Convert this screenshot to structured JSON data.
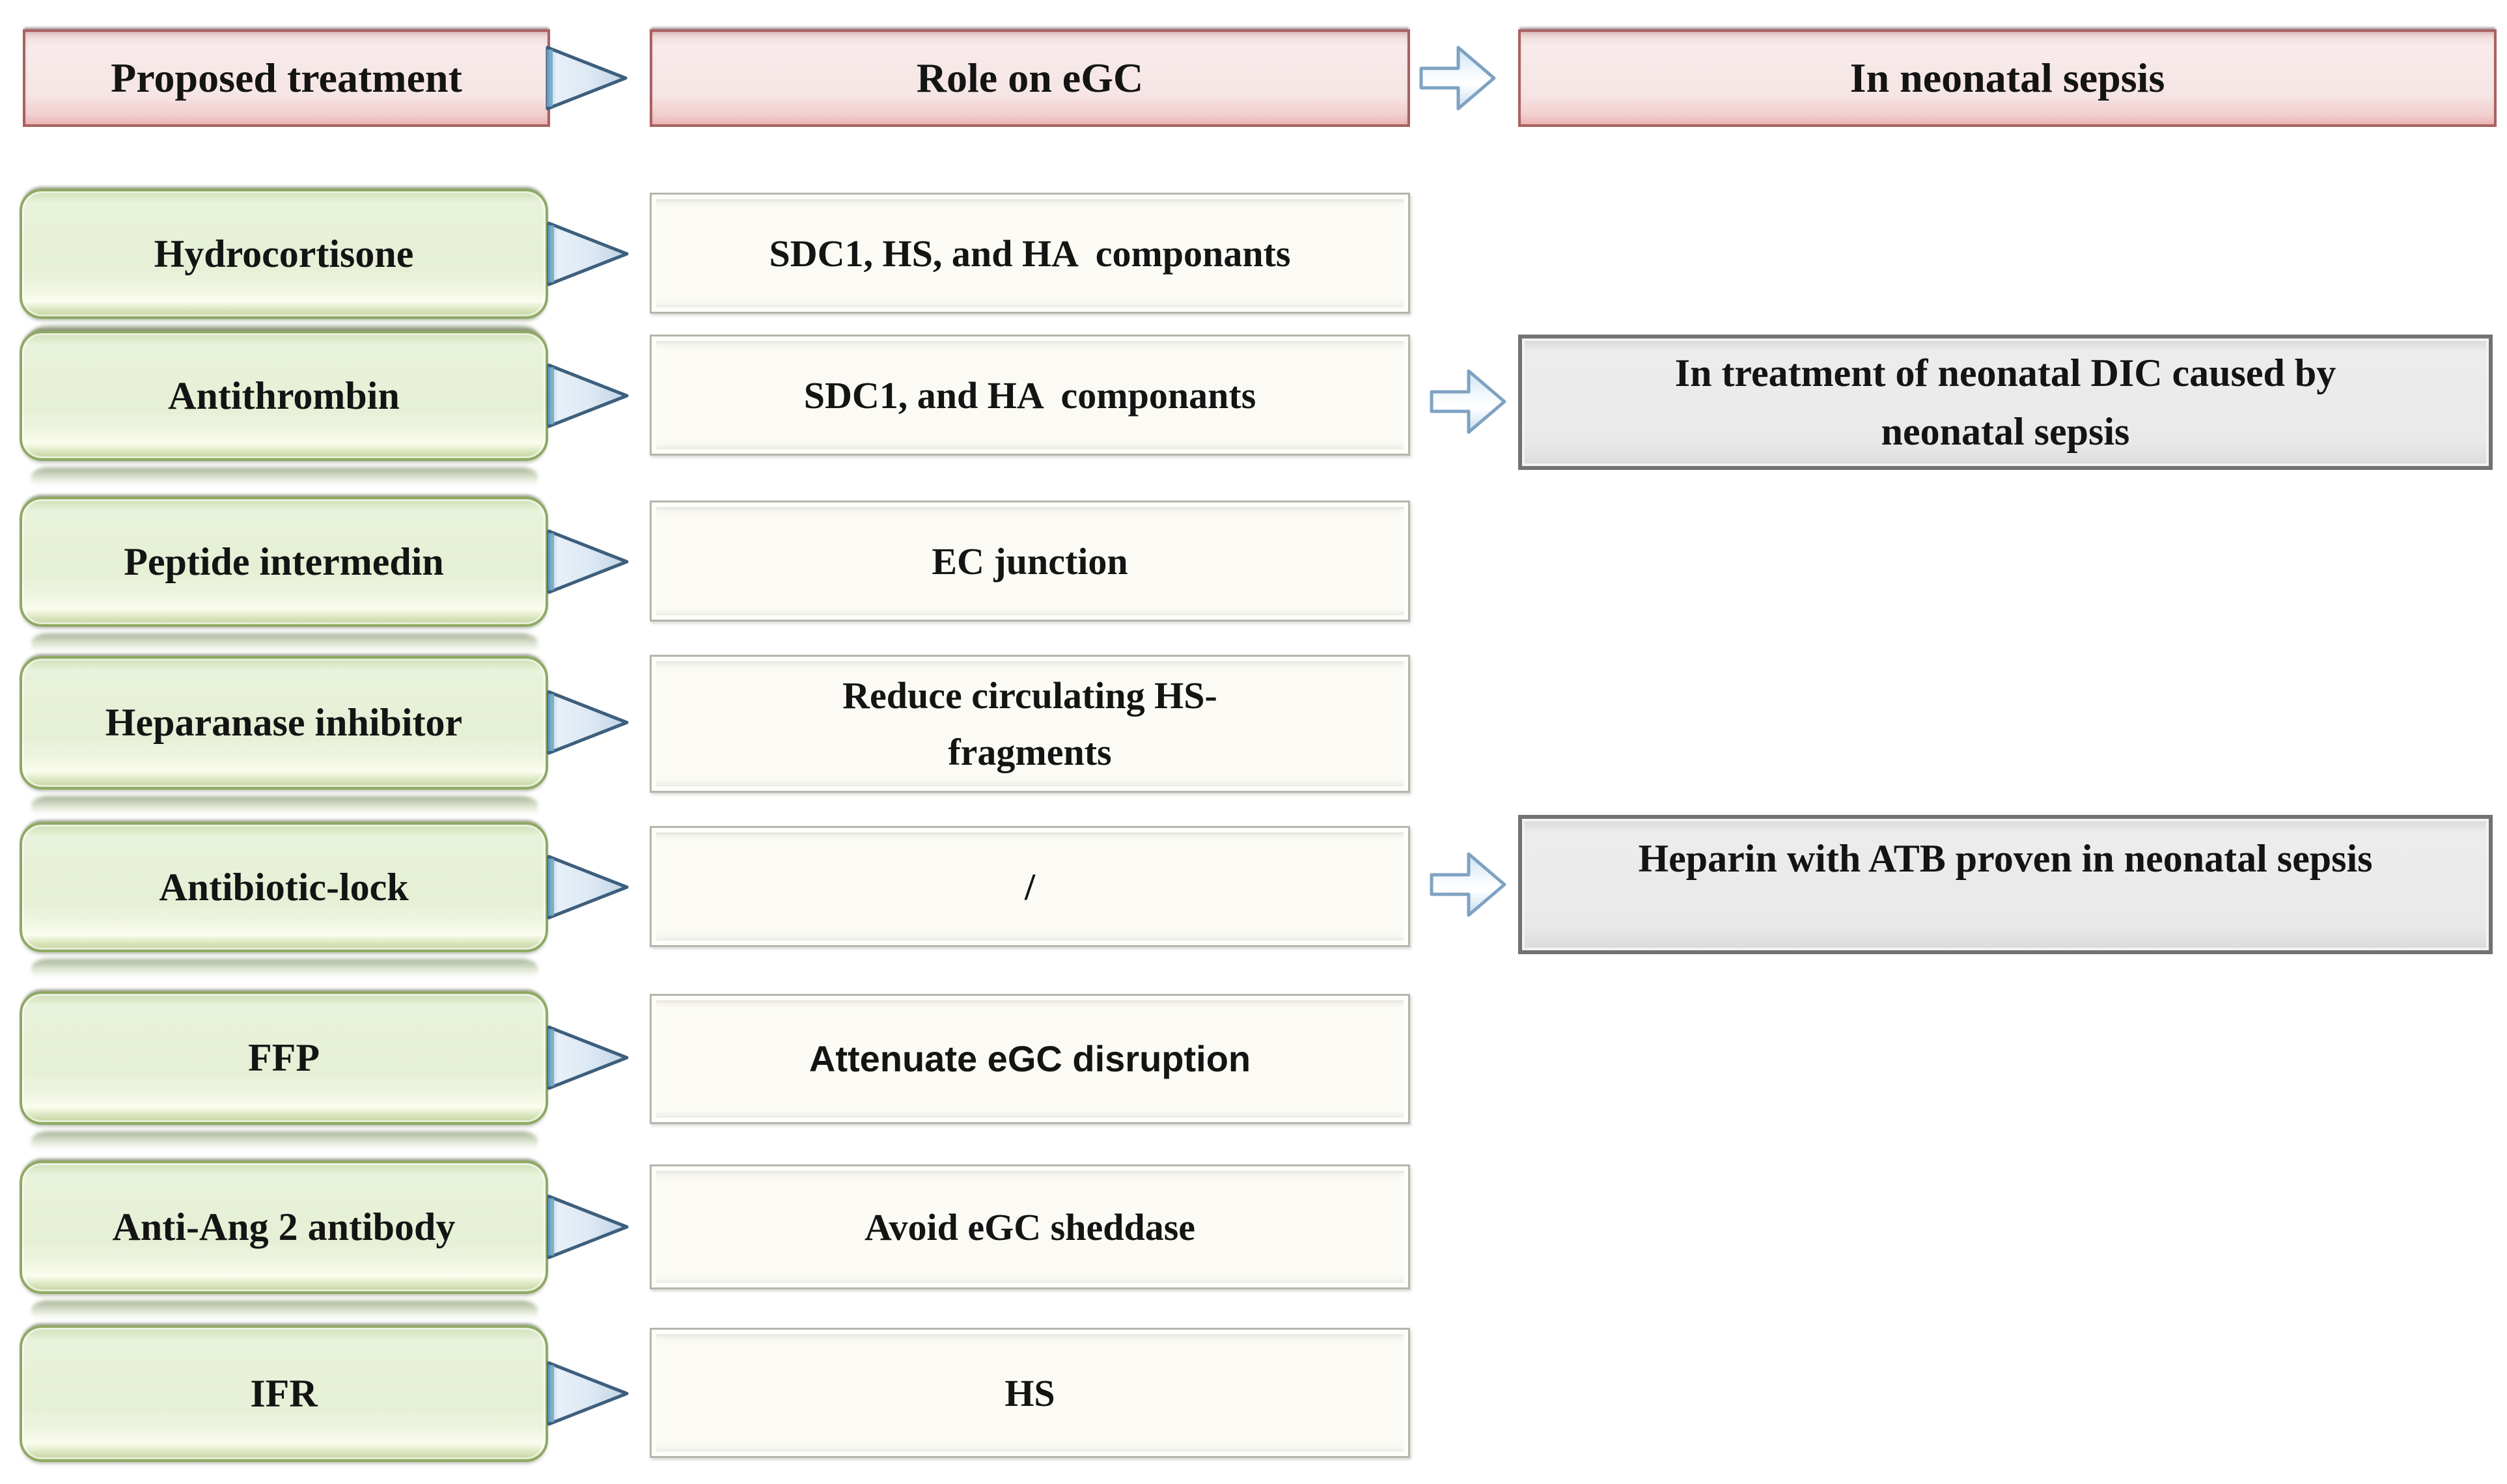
{
  "header": {
    "proposed_treatment": "Proposed treatment",
    "role_on_egc": "Role on eGC",
    "in_neonatal_sepsis": "In neonatal sepsis"
  },
  "rows": [
    {
      "treatment": "Hydrocortisone",
      "role": "SDC1, HS, and HA  componants"
    },
    {
      "treatment": "Antithrombin",
      "role": "SDC1, and HA  componants",
      "outcome": "In treatment of neonatal DIC caused by\nneonatal sepsis"
    },
    {
      "treatment": "Peptide intermedin",
      "role": "EC junction"
    },
    {
      "treatment": "Heparanase inhibitor",
      "role": "Reduce circulating HS-\nfragments"
    },
    {
      "treatment": "Antibiotic-lock",
      "role": "/",
      "outcome": "Heparin with ATB proven in neonatal sepsis"
    },
    {
      "treatment": "FFP",
      "role": "Attenuate eGC disruption"
    },
    {
      "treatment": "Anti-Ang 2 antibody",
      "role": "Avoid eGC sheddase"
    },
    {
      "treatment": "IFR",
      "role": "HS"
    }
  ],
  "icons": {
    "treatment_to_role": "triangle-right-arrow-icon",
    "role_to_outcome": "block-right-arrow-icon"
  },
  "colors": {
    "header_fill": "#f6e5e5",
    "header_border": "#aa6161",
    "treatment_fill": "#e8f1d9",
    "treatment_border": "#8fa963",
    "role_fill": "#fbfaf5",
    "role_border": "#b6b5ab",
    "outcome_fill": "#e9e9e9",
    "outcome_border": "#727272",
    "arrow_fill": "#d9e6f2",
    "arrow_stroke": "#3d5f7d",
    "text": "#141414",
    "background": "#ffffff"
  }
}
